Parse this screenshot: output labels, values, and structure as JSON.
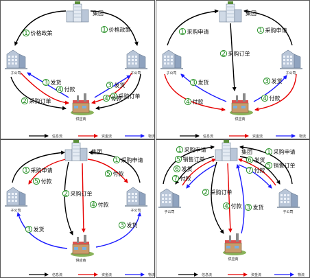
{
  "colors": {
    "info": "#000000",
    "fund": "#e60000",
    "logistics": "#1a1aff",
    "step": "#1a8a1a",
    "panel_border": "#555555"
  },
  "legend": {
    "info": "信息流",
    "fund": "资金流",
    "logistics": "物流"
  },
  "panels": [
    {
      "nodes": {
        "group": "集团",
        "subsidiary_left": "子公司",
        "subsidiary_right": "子公司",
        "supplier": "供应商"
      },
      "steps": [
        {
          "num": "1",
          "text": "价格政策"
        },
        {
          "num": "1",
          "text": "价格政策"
        },
        {
          "num": "2",
          "text": "采购订单"
        },
        {
          "num": "2",
          "text": "采购订单"
        },
        {
          "num": "3",
          "text": "发货"
        },
        {
          "num": "3",
          "text": "发货"
        },
        {
          "num": "4",
          "text": "付款"
        },
        {
          "num": "4",
          "text": "付款"
        }
      ]
    },
    {
      "nodes": {
        "group": "集团",
        "subsidiary_left": "子公司",
        "subsidiary_right": "子公司",
        "supplier": "供应商"
      },
      "steps": [
        {
          "num": "1",
          "text": "采购申请"
        },
        {
          "num": "1",
          "text": "采购申请"
        },
        {
          "num": "2",
          "text": "采购订单"
        },
        {
          "num": "3",
          "text": "发货"
        },
        {
          "num": "3",
          "text": "发货"
        },
        {
          "num": "4",
          "text": "付款"
        },
        {
          "num": "4",
          "text": "付款"
        }
      ]
    },
    {
      "nodes": {
        "group": "集团",
        "subsidiary_left": "子公司",
        "subsidiary_right": "子公司",
        "supplier": "供应商"
      },
      "steps": [
        {
          "num": "1",
          "text": "采购申请"
        },
        {
          "num": "1",
          "text": "采购申请"
        },
        {
          "num": "2",
          "text": "采购订单"
        },
        {
          "num": "3",
          "text": "发货"
        },
        {
          "num": "3",
          "text": "发货"
        },
        {
          "num": "4",
          "text": "付款"
        },
        {
          "num": "5",
          "text": "付款"
        },
        {
          "num": "5",
          "text": "付款"
        }
      ]
    },
    {
      "nodes": {
        "group": "集团",
        "subsidiary_left": "子公司",
        "subsidiary_right": "子公司",
        "supplier": "供应商"
      },
      "steps": [
        {
          "num": "1",
          "text": "采购申请"
        },
        {
          "num": "1",
          "text": "采购申请"
        },
        {
          "num": "2",
          "text": "采购订单"
        },
        {
          "num": "3",
          "text": "发货"
        },
        {
          "num": "4",
          "text": "付款"
        },
        {
          "num": "5",
          "text": "销售订单"
        },
        {
          "num": "5",
          "text": "销售订单"
        },
        {
          "num": "6",
          "text": "发货"
        },
        {
          "num": "6",
          "text": "发货"
        },
        {
          "num": "7",
          "text": "付款"
        },
        {
          "num": "7",
          "text": "付款"
        }
      ]
    }
  ]
}
